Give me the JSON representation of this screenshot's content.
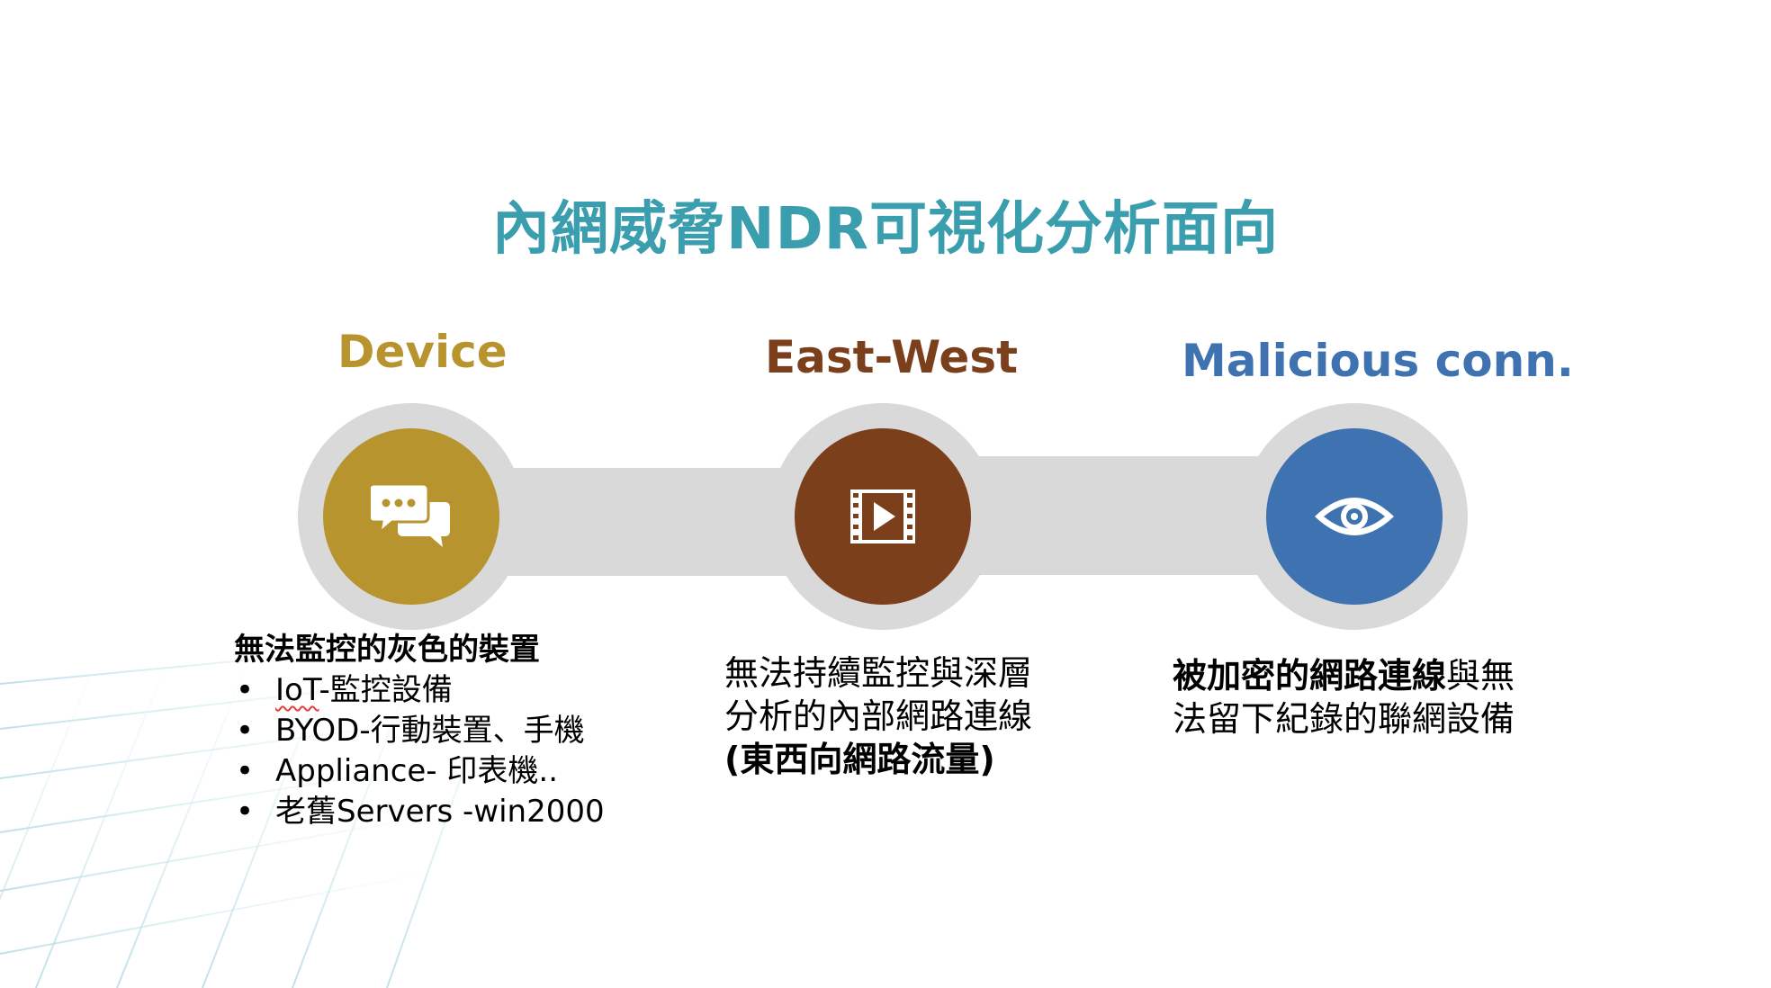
{
  "slide": {
    "title": "內網威脅NDR可視化分析面向",
    "colors": {
      "title": "#3a9eae",
      "device": "#b8942f",
      "eastwest": "#7b3f1c",
      "malicious": "#3f72b0",
      "ring": "#d9d9d9",
      "grid": "#c9e6ec"
    }
  },
  "columns": {
    "device": {
      "heading": "Device",
      "icon": "chat-bubbles-icon",
      "lead": "無法監控的灰色的裝置",
      "bullet_glyph": "•",
      "bullets": {
        "b0_prefix": "IoT",
        "b0_rest": "-監控設備",
        "b1": "BYOD-行動裝置、手機",
        "b2": "Appliance- 印表機..",
        "b3": "老舊Servers -win2000"
      }
    },
    "eastwest": {
      "heading": "East-West",
      "icon": "film-play-icon",
      "line1": "無法持續監控與深層",
      "line2": "分析的內部網路連線",
      "line3": "(東西向網路流量)"
    },
    "malicious": {
      "heading": "Malicious conn.",
      "icon": "eye-icon",
      "bold_part": "被加密的網路連線",
      "line1_rest": "與無",
      "line2": "法留下紀錄的聯網設備"
    }
  }
}
